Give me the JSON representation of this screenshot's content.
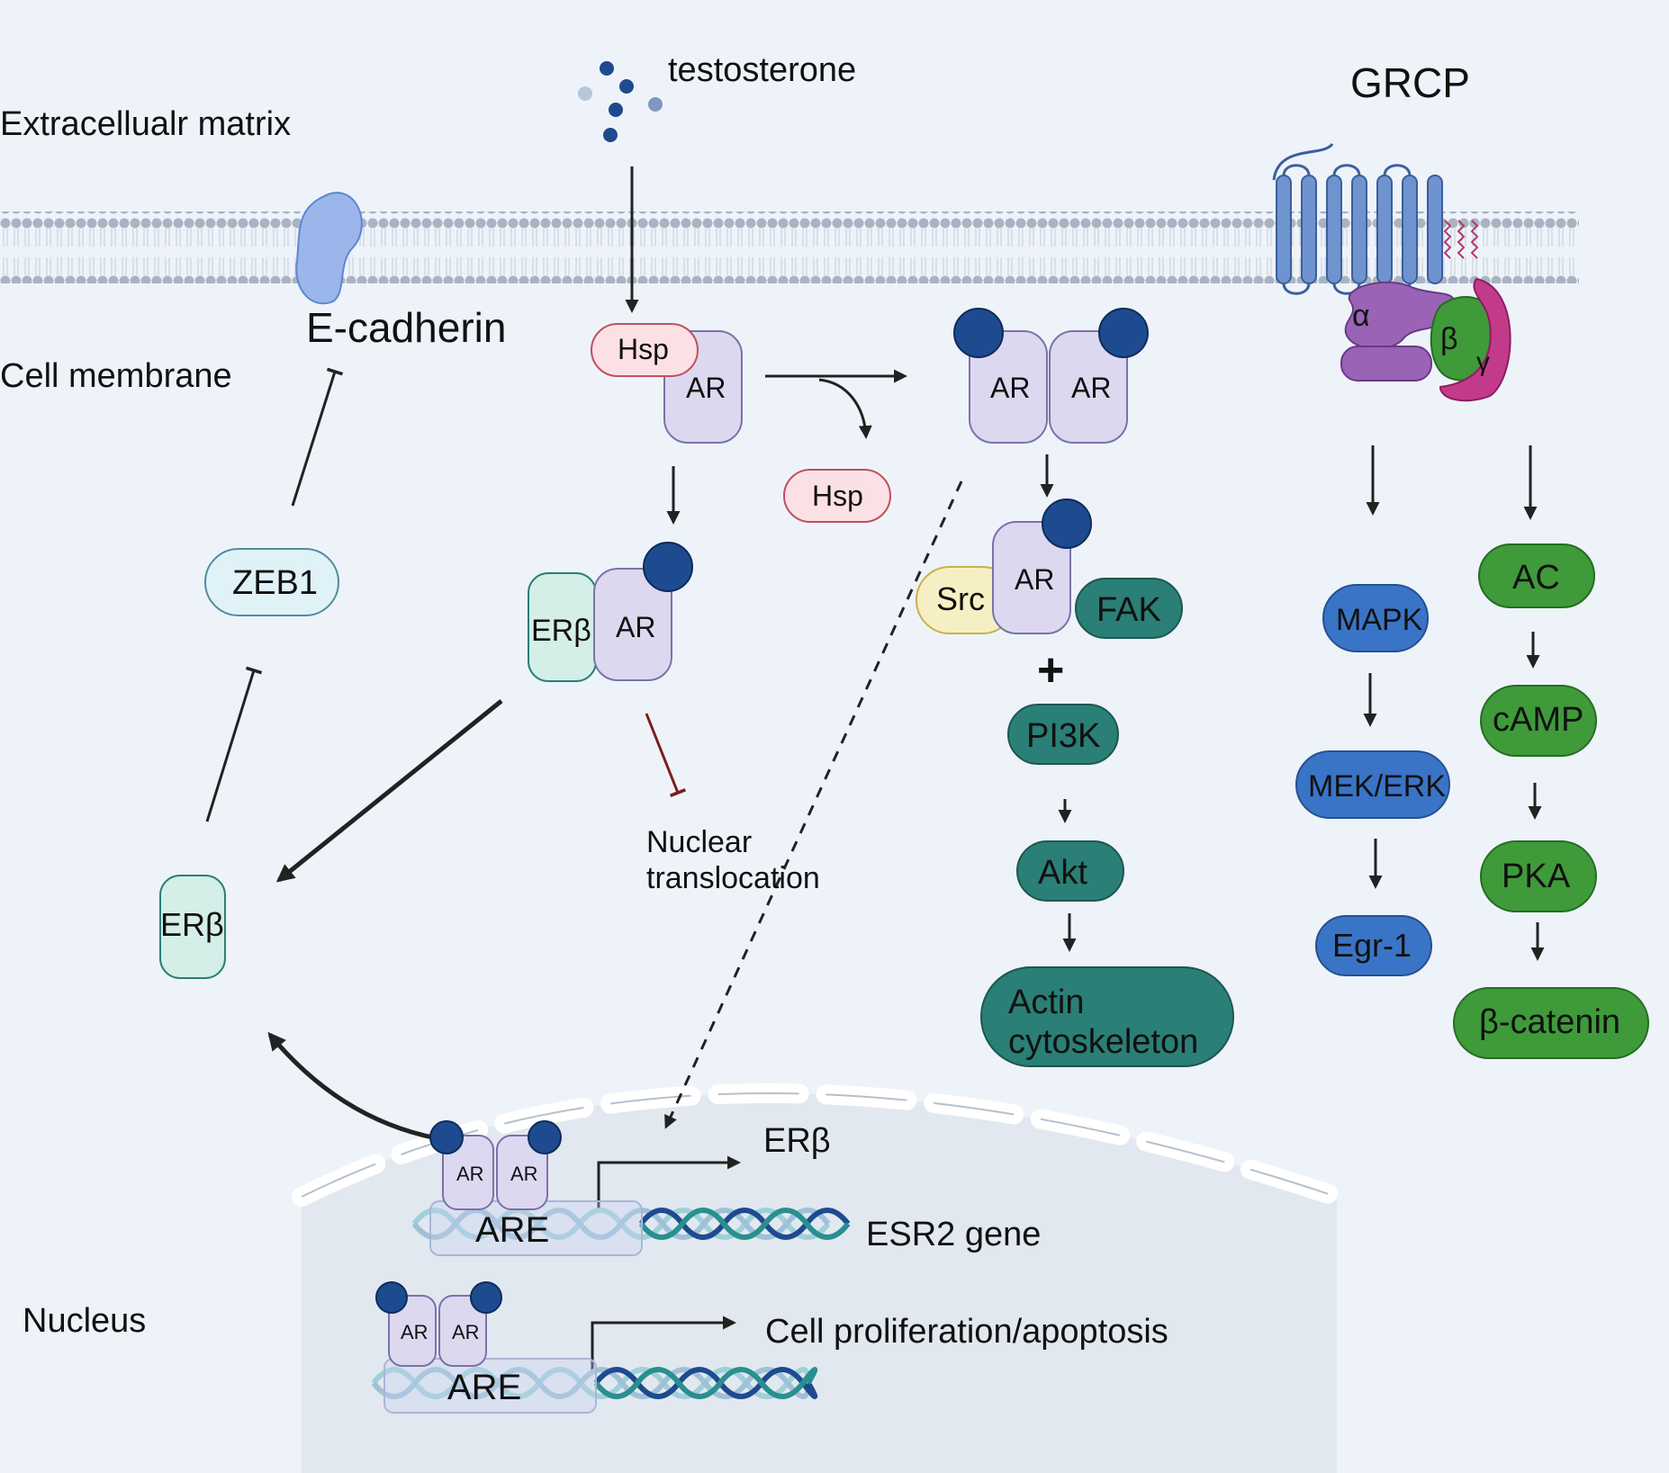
{
  "compartments": {
    "extracellular": "Extracellualr matrix",
    "membrane": "Cell membrane",
    "nucleus": "Nucleus"
  },
  "ligand": "testosterone",
  "receptor_name": "GRCP",
  "proteins": {
    "ecadherin": "E-cadherin",
    "hsp": "Hsp",
    "ar": "AR",
    "zeb1": "ZEB1",
    "erb": "ERβ",
    "src": "Src",
    "fak": "FAK",
    "pi3k": "PI3K",
    "akt": "Akt",
    "actin_line1": "Actin",
    "actin_line2": "cytoskeleton",
    "mapk": "MAPK",
    "mekerk": "MEK/ERK",
    "egr1": "Egr-1",
    "ac": "AC",
    "camp": "cAMP",
    "pka": "PKA",
    "bcatenin": "β-catenin",
    "alpha": "α",
    "beta": "β",
    "gamma": "γ"
  },
  "labels": {
    "plus": "+",
    "nuclear_line1": "Nuclear",
    "nuclear_line2": "translocation",
    "are": "ARE",
    "erb_out": "ERβ",
    "esr2": "ESR2 gene",
    "prolif": "Cell proliferation/apoptosis"
  },
  "colors": {
    "background": "#eef3fa",
    "nucleus": "#e2e8ef",
    "membrane": "#a9b4c2",
    "ar": "#dcd8f0",
    "ar_stroke": "#7a72a8",
    "ligand": "#1e4b8f",
    "hsp": "#fbe1e5",
    "hsp_stroke": "#c0505e",
    "zeb1": "#dff2f8",
    "erb": "#d4eee8",
    "teal": "#2a7f76",
    "blue": "#3a74c6",
    "green": "#3f9a3a",
    "src": "#f7efc4"
  }
}
